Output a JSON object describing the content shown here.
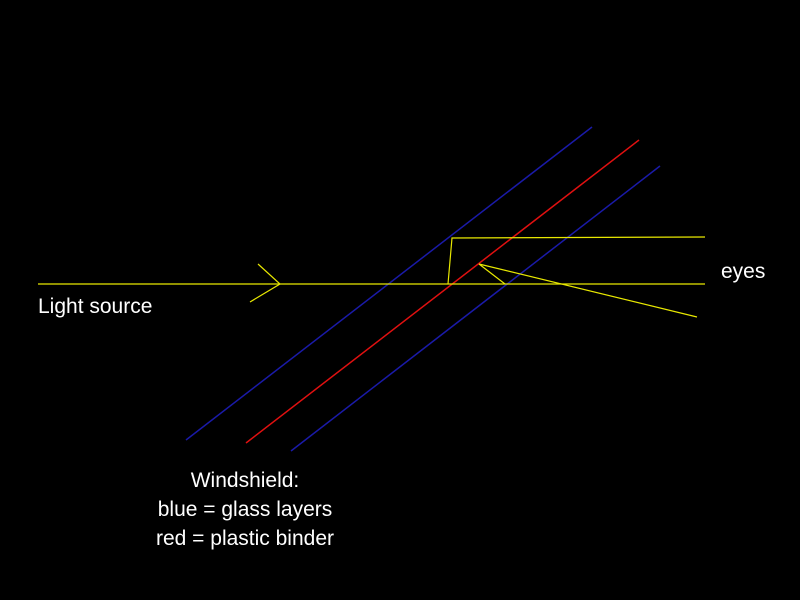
{
  "colors": {
    "background": "#000000",
    "glass_layer": "#1a1aa8",
    "plastic_binder": "#e01010",
    "light_ray": "#e8e800",
    "text": "#ffffff"
  },
  "labels": {
    "light_source": "Light source",
    "eyes": "eyes"
  },
  "caption": {
    "line1": "Windshield:",
    "line2": "blue = glass layers",
    "line3": "red = plastic binder"
  }
}
